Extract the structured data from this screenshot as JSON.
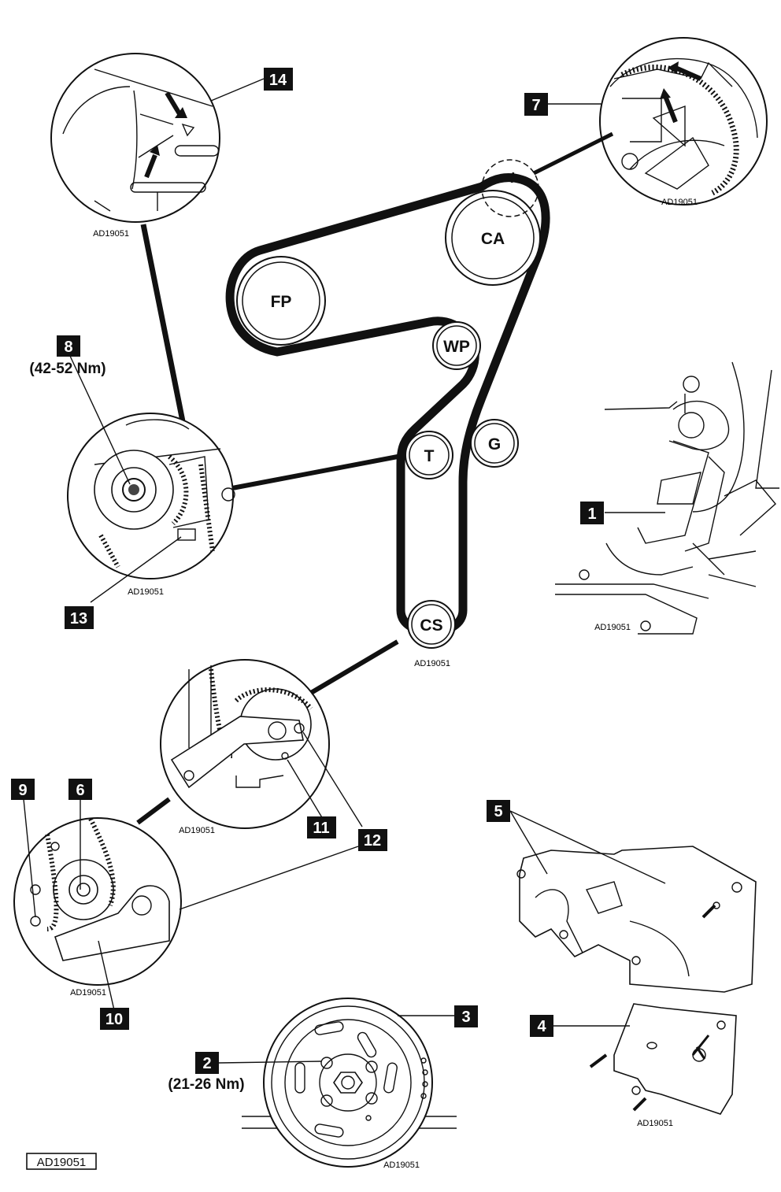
{
  "reference_code": "AD19051",
  "footer_box": "AD19051",
  "pulleys": [
    {
      "id": "fp",
      "label": "FP"
    },
    {
      "id": "ca",
      "label": "CA"
    },
    {
      "id": "wp",
      "label": "WP"
    },
    {
      "id": "t",
      "label": "T"
    },
    {
      "id": "g",
      "label": "G"
    },
    {
      "id": "cs",
      "label": "CS"
    }
  ],
  "callouts": {
    "c1": "1",
    "c2": "2",
    "c3": "3",
    "c4": "4",
    "c5": "5",
    "c6": "6",
    "c7": "7",
    "c8": "8",
    "c9": "9",
    "c10": "10",
    "c11": "11",
    "c12": "12",
    "c13": "13",
    "c14": "14"
  },
  "torques": {
    "t8": "(42-52 Nm)",
    "t2": "(21-26 Nm)"
  }
}
